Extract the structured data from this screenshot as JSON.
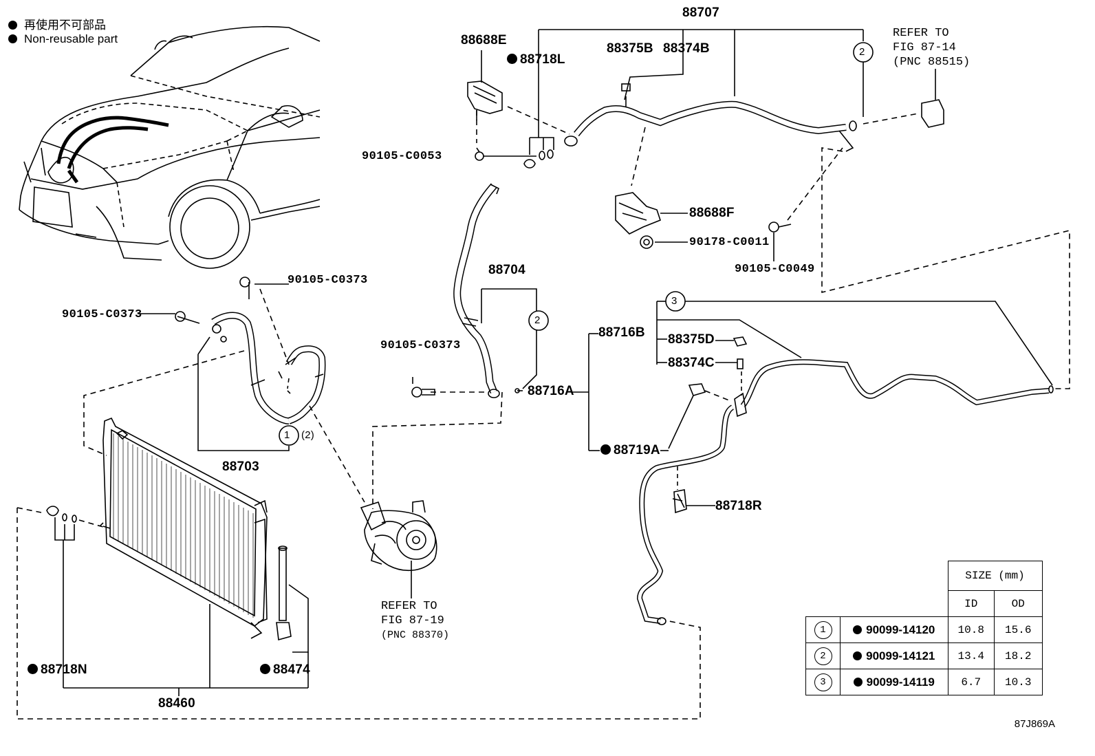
{
  "legend": {
    "line1": "再使用不可部品",
    "line2": "Non-reusable part"
  },
  "labels": {
    "p88707": "88707",
    "p88688E": "88688E",
    "p88718L": "88718L",
    "p88375B": "88375B",
    "p88374B": "88374B",
    "p90105_C0053": "90105-C0053",
    "p88688F": "88688F",
    "p90178_C0011": "90178-C0011",
    "p90105_C0049": "90105-C0049",
    "p90105_C0373_a": "90105-C0373",
    "p90105_C0373_b": "90105-C0373",
    "p90105_C0373_c": "90105-C0373",
    "p88704": "88704",
    "p88703": "88703",
    "p88716A": "88716A",
    "p88716B": "88716B",
    "p88375D": "88375D",
    "p88374C": "88374C",
    "p88719A": "88719A",
    "p88718R": "88718R",
    "p88718N": "88718N",
    "p88474": "88474",
    "p88460": "88460"
  },
  "circles": {
    "c1": "1",
    "c2": "2",
    "c3": "3",
    "c2top": "2",
    "c2mid": "2",
    "paren2": "(2)"
  },
  "refer_top": {
    "line1": "REFER TO",
    "line2": "FIG 87-14",
    "line3": "(PNC 88515)"
  },
  "refer_bottom": {
    "line1": "REFER TO",
    "line2": "FIG 87-19",
    "line3": "(PNC 88370)"
  },
  "size_table": {
    "header": "SIZE (mm)",
    "col_id": "ID",
    "col_od": "OD",
    "rows": [
      {
        "num": "1",
        "part": "90099-14120",
        "id": "10.8",
        "od": "15.6"
      },
      {
        "num": "2",
        "part": "90099-14121",
        "id": "13.4",
        "od": "18.2"
      },
      {
        "num": "3",
        "part": "90099-14119",
        "id": "6.7",
        "od": "10.3"
      }
    ]
  },
  "diagram_code": "87J869A"
}
